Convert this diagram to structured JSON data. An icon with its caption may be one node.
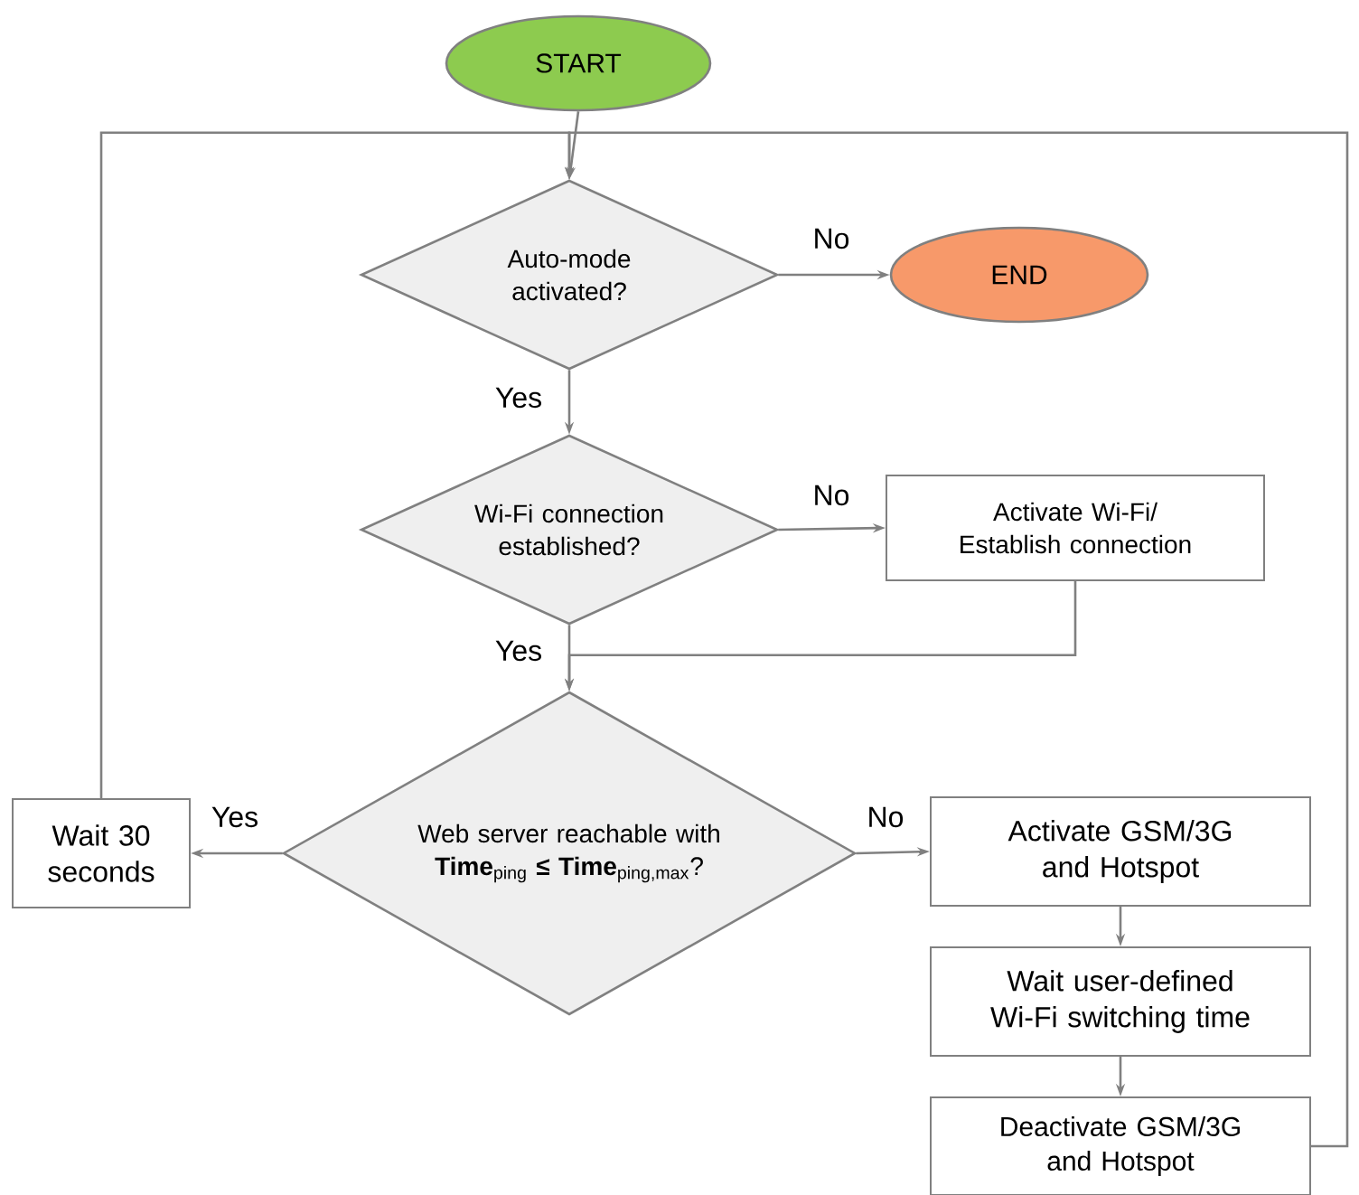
{
  "diagram": {
    "nodes": [
      {
        "text": [
          "START"
        ]
      },
      {
        "text": [
          "Auto-mode activated?"
        ]
      },
      {
        "text": [
          "END"
        ]
      },
      {
        "text": [
          "Wi-Fi connection established?"
        ]
      },
      {
        "text": [
          "Activate Wi-Fi/ Establish connection"
        ]
      },
      {
        "text": [
          "Web server reachable with **Time**$_{ping}$ **≤ Time**$_{ping,max}$?"
        ]
      },
      {
        "text": [
          "Wait 30 seconds"
        ]
      },
      {
        "text": [
          "Activate GSM/3G and Hotspot"
        ]
      },
      {
        "text": [
          "Wait user-defined Wi-Fi switching time"
        ]
      },
      {
        "text": [
          "Deactivate GSM/3G and Hotspot"
        ]
      }
    ],
    "edges": [
      {
        "from": 0,
        "to": 1,
        "arrow": "to"
      },
      {
        "from": 1,
        "to": 2,
        "arrow": "to",
        "label": "No"
      },
      {
        "from": 1,
        "to": 3,
        "arrow": "to",
        "label": "Yes"
      },
      {
        "from": 3,
        "to": 4,
        "arrow": "to",
        "label": "No"
      },
      {
        "from": 3,
        "to": 5,
        "arrow": "to",
        "label": "Yes"
      },
      {
        "from": 4,
        "to": 5,
        "arrow": "to"
      },
      {
        "from": 5,
        "to": 6,
        "arrow": "to",
        "label": "Yes"
      },
      {
        "from": 5,
        "to": 7,
        "arrow": "to",
        "label": "No"
      },
      {
        "from": 7,
        "to": 8,
        "arrow": "to"
      },
      {
        "from": 8,
        "to": 9,
        "arrow": "to"
      },
      {
        "from": 6,
        "to": 1,
        "arrow": "to"
      },
      {
        "from": 9,
        "to": 1,
        "arrow": "to"
      }
    ]
  }
}
